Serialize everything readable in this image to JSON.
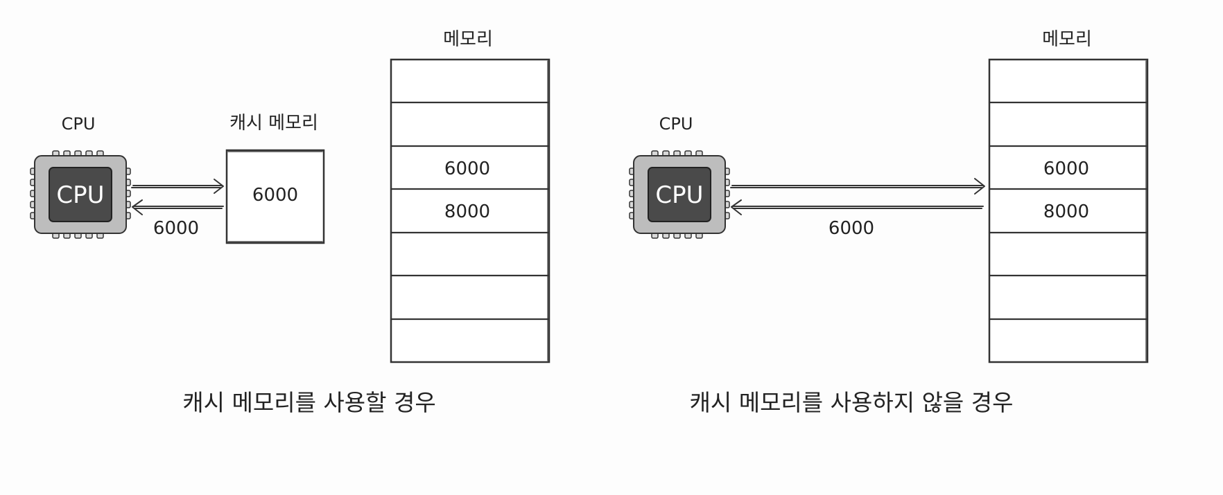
{
  "left": {
    "cpu_title": "CPU",
    "cpu_chip_text": "CPU",
    "cache_title": "캐시 메모리",
    "cache_value": "6000",
    "arrow_label": "6000",
    "memory_title": "메모리",
    "memory_cells": [
      "",
      "",
      "6000",
      "8000",
      "",
      "",
      ""
    ],
    "caption": "캐시 메모리를 사용할 경우"
  },
  "right": {
    "cpu_title": "CPU",
    "cpu_chip_text": "CPU",
    "arrow_label": "6000",
    "memory_title": "메모리",
    "memory_cells": [
      "",
      "",
      "6000",
      "8000",
      "",
      "",
      ""
    ],
    "caption": "캐시 메모리를 사용하지 않을 경우"
  },
  "colors": {
    "chip_body": "#bdbdbd",
    "chip_core": "#4a4a4a",
    "line": "#333333"
  }
}
